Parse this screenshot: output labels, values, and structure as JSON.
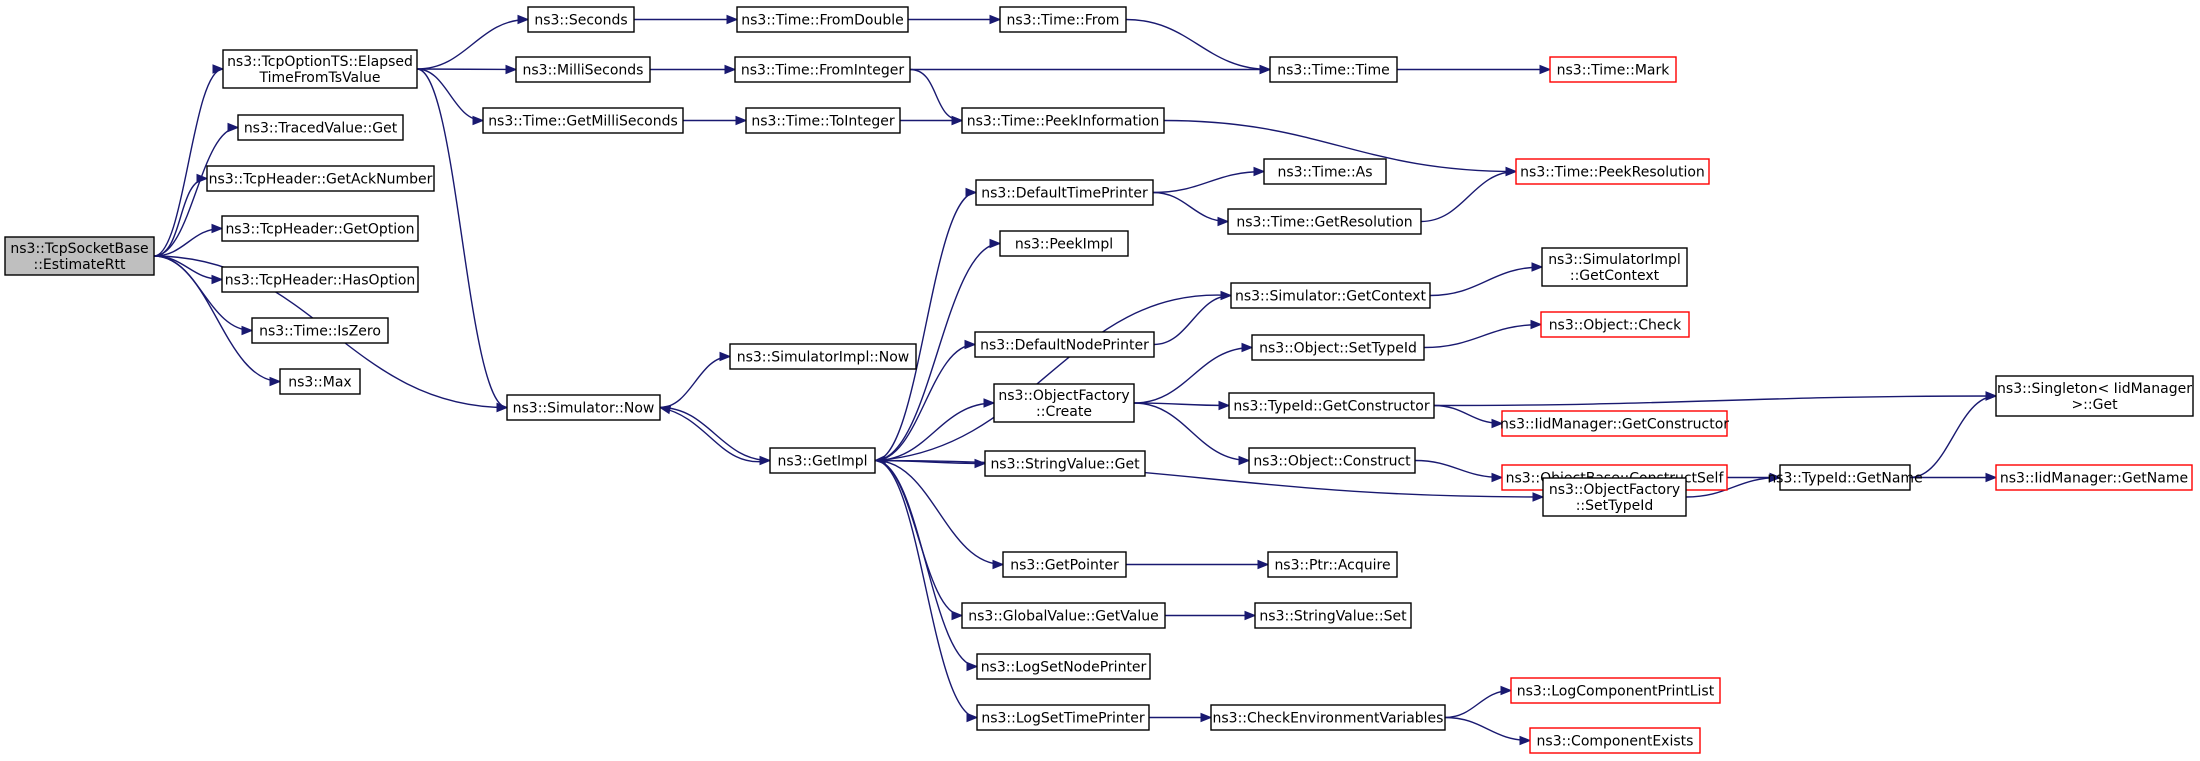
{
  "accent_colors": {
    "edge": "#191970",
    "external_border": "#ff0000",
    "root_fill": "#bfbfbf"
  },
  "nodes": [
    {
      "id": "root",
      "lines": [
        "ns3::TcpSocketBase",
        "::EstimateRtt"
      ],
      "kind": "root"
    },
    {
      "id": "elapsed",
      "lines": [
        "ns3::TcpOptionTS::Elapsed",
        "TimeFromTsValue"
      ],
      "kind": "normal"
    },
    {
      "id": "tracedget",
      "lines": [
        "ns3::TracedValue::Get"
      ],
      "kind": "normal"
    },
    {
      "id": "getack",
      "lines": [
        "ns3::TcpHeader::GetAckNumber"
      ],
      "kind": "normal"
    },
    {
      "id": "getoption",
      "lines": [
        "ns3::TcpHeader::GetOption"
      ],
      "kind": "normal"
    },
    {
      "id": "hasoption",
      "lines": [
        "ns3::TcpHeader::HasOption"
      ],
      "kind": "normal"
    },
    {
      "id": "iszero",
      "lines": [
        "ns3::Time::IsZero"
      ],
      "kind": "normal"
    },
    {
      "id": "max",
      "lines": [
        "ns3::Max"
      ],
      "kind": "normal"
    },
    {
      "id": "seconds",
      "lines": [
        "ns3::Seconds"
      ],
      "kind": "normal"
    },
    {
      "id": "milli",
      "lines": [
        "ns3::MilliSeconds"
      ],
      "kind": "normal"
    },
    {
      "id": "getmilli",
      "lines": [
        "ns3::Time::GetMilliSeconds"
      ],
      "kind": "normal"
    },
    {
      "id": "simnow",
      "lines": [
        "ns3::Simulator::Now"
      ],
      "kind": "normal"
    },
    {
      "id": "fromdouble",
      "lines": [
        "ns3::Time::FromDouble"
      ],
      "kind": "normal"
    },
    {
      "id": "fromint",
      "lines": [
        "ns3::Time::FromInteger"
      ],
      "kind": "normal"
    },
    {
      "id": "toint",
      "lines": [
        "ns3::Time::ToInteger"
      ],
      "kind": "normal"
    },
    {
      "id": "simimplnow",
      "lines": [
        "ns3::SimulatorImpl::Now"
      ],
      "kind": "normal"
    },
    {
      "id": "getimpl",
      "lines": [
        "ns3::GetImpl"
      ],
      "kind": "normal"
    },
    {
      "id": "timefrom",
      "lines": [
        "ns3::Time::From"
      ],
      "kind": "normal"
    },
    {
      "id": "peekinfo",
      "lines": [
        "ns3::Time::PeekInformation"
      ],
      "kind": "normal"
    },
    {
      "id": "deftimeprinter",
      "lines": [
        "ns3::DefaultTimePrinter"
      ],
      "kind": "normal"
    },
    {
      "id": "peekimpl",
      "lines": [
        "ns3::PeekImpl"
      ],
      "kind": "normal"
    },
    {
      "id": "defnodeprinter",
      "lines": [
        "ns3::DefaultNodePrinter"
      ],
      "kind": "normal"
    },
    {
      "id": "ofcreate",
      "lines": [
        "ns3::ObjectFactory",
        "::Create"
      ],
      "kind": "normal"
    },
    {
      "id": "svget",
      "lines": [
        "ns3::StringValue::Get"
      ],
      "kind": "normal"
    },
    {
      "id": "getpointer",
      "lines": [
        "ns3::GetPointer"
      ],
      "kind": "normal"
    },
    {
      "id": "gvgetvalue",
      "lines": [
        "ns3::GlobalValue::GetValue"
      ],
      "kind": "normal"
    },
    {
      "id": "lognodeprinter",
      "lines": [
        "ns3::LogSetNodePrinter"
      ],
      "kind": "normal"
    },
    {
      "id": "logtimeprinter",
      "lines": [
        "ns3::LogSetTimePrinter"
      ],
      "kind": "normal"
    },
    {
      "id": "timetime",
      "lines": [
        "ns3::Time::Time"
      ],
      "kind": "normal"
    },
    {
      "id": "timeas",
      "lines": [
        "ns3::Time::As"
      ],
      "kind": "normal"
    },
    {
      "id": "getres",
      "lines": [
        "ns3::Time::GetResolution"
      ],
      "kind": "normal"
    },
    {
      "id": "simgetctx",
      "lines": [
        "ns3::Simulator::GetContext"
      ],
      "kind": "normal"
    },
    {
      "id": "settypeid",
      "lines": [
        "ns3::Object::SetTypeId"
      ],
      "kind": "normal"
    },
    {
      "id": "getctor",
      "lines": [
        "ns3::TypeId::GetConstructor"
      ],
      "kind": "normal"
    },
    {
      "id": "construct",
      "lines": [
        "ns3::Object::Construct"
      ],
      "kind": "normal"
    },
    {
      "id": "ptracquire",
      "lines": [
        "ns3::Ptr::Acquire"
      ],
      "kind": "normal"
    },
    {
      "id": "svset",
      "lines": [
        "ns3::StringValue::Set"
      ],
      "kind": "normal"
    },
    {
      "id": "checkenv",
      "lines": [
        "ns3::CheckEnvironmentVariables"
      ],
      "kind": "normal"
    },
    {
      "id": "timemark",
      "lines": [
        "ns3::Time::Mark"
      ],
      "kind": "ext"
    },
    {
      "id": "peekres",
      "lines": [
        "ns3::Time::PeekResolution"
      ],
      "kind": "ext"
    },
    {
      "id": "simimplgetctx",
      "lines": [
        "ns3::SimulatorImpl",
        "::GetContext"
      ],
      "kind": "normal"
    },
    {
      "id": "objcheck",
      "lines": [
        "ns3::Object::Check"
      ],
      "kind": "ext"
    },
    {
      "id": "iidgetctor",
      "lines": [
        "ns3::IidManager::GetConstructor"
      ],
      "kind": "ext"
    },
    {
      "id": "constructself",
      "lines": [
        "ns3::ObjectBase::ConstructSelf"
      ],
      "kind": "ext"
    },
    {
      "id": "ofsettypeid",
      "lines": [
        "ns3::ObjectFactory",
        "::SetTypeId"
      ],
      "kind": "normal"
    },
    {
      "id": "logcomplist",
      "lines": [
        "ns3::LogComponentPrintList"
      ],
      "kind": "ext"
    },
    {
      "id": "compexists",
      "lines": [
        "ns3::ComponentExists"
      ],
      "kind": "ext"
    },
    {
      "id": "typeidgetname",
      "lines": [
        "ns3::TypeId::GetName"
      ],
      "kind": "normal"
    },
    {
      "id": "singletonget",
      "lines": [
        "ns3::Singleton< IidManager",
        " >::Get"
      ],
      "kind": "normal"
    },
    {
      "id": "iidgetname",
      "lines": [
        "ns3::IidManager::GetName"
      ],
      "kind": "ext"
    }
  ],
  "edges": [
    {
      "from": "root",
      "to": "elapsed"
    },
    {
      "from": "root",
      "to": "tracedget"
    },
    {
      "from": "root",
      "to": "getack"
    },
    {
      "from": "root",
      "to": "getoption"
    },
    {
      "from": "root",
      "to": "hasoption"
    },
    {
      "from": "root",
      "to": "iszero"
    },
    {
      "from": "root",
      "to": "max"
    },
    {
      "from": "root",
      "to": "simnow"
    },
    {
      "from": "elapsed",
      "to": "seconds"
    },
    {
      "from": "elapsed",
      "to": "milli"
    },
    {
      "from": "elapsed",
      "to": "getmilli"
    },
    {
      "from": "elapsed",
      "to": "simnow"
    },
    {
      "from": "seconds",
      "to": "fromdouble"
    },
    {
      "from": "fromdouble",
      "to": "timefrom"
    },
    {
      "from": "timefrom",
      "to": "timetime"
    },
    {
      "from": "milli",
      "to": "fromint"
    },
    {
      "from": "fromint",
      "to": "timetime"
    },
    {
      "from": "fromint",
      "to": "peekinfo"
    },
    {
      "from": "getmilli",
      "to": "toint"
    },
    {
      "from": "toint",
      "to": "peekinfo"
    },
    {
      "from": "peekinfo",
      "to": "peekres"
    },
    {
      "from": "timetime",
      "to": "timemark"
    },
    {
      "from": "simnow",
      "to": "simimplnow"
    },
    {
      "from": "simnow",
      "to": "getimpl"
    },
    {
      "from": "getimpl",
      "to": "simnow"
    },
    {
      "from": "getimpl",
      "to": "deftimeprinter"
    },
    {
      "from": "getimpl",
      "to": "peekimpl"
    },
    {
      "from": "getimpl",
      "to": "defnodeprinter"
    },
    {
      "from": "getimpl",
      "to": "ofcreate"
    },
    {
      "from": "getimpl",
      "to": "svget"
    },
    {
      "from": "getimpl",
      "to": "getpointer"
    },
    {
      "from": "getimpl",
      "to": "gvgetvalue"
    },
    {
      "from": "getimpl",
      "to": "lognodeprinter"
    },
    {
      "from": "getimpl",
      "to": "logtimeprinter"
    },
    {
      "from": "getimpl",
      "to": "ofsettypeid"
    },
    {
      "from": "deftimeprinter",
      "to": "timeas"
    },
    {
      "from": "deftimeprinter",
      "to": "getres"
    },
    {
      "from": "getres",
      "to": "peekres"
    },
    {
      "from": "defnodeprinter",
      "to": "simgetctx"
    },
    {
      "from": "simgetctx",
      "to": "getimpl"
    },
    {
      "from": "simgetctx",
      "to": "simimplgetctx"
    },
    {
      "from": "ofcreate",
      "to": "settypeid"
    },
    {
      "from": "ofcreate",
      "to": "getctor"
    },
    {
      "from": "ofcreate",
      "to": "construct"
    },
    {
      "from": "settypeid",
      "to": "objcheck"
    },
    {
      "from": "getctor",
      "to": "singletonget"
    },
    {
      "from": "getctor",
      "to": "iidgetctor"
    },
    {
      "from": "construct",
      "to": "constructself"
    },
    {
      "from": "constructself",
      "to": "typeidgetname"
    },
    {
      "from": "ofsettypeid",
      "to": "typeidgetname"
    },
    {
      "from": "typeidgetname",
      "to": "singletonget"
    },
    {
      "from": "typeidgetname",
      "to": "iidgetname"
    },
    {
      "from": "getpointer",
      "to": "ptracquire"
    },
    {
      "from": "gvgetvalue",
      "to": "svset"
    },
    {
      "from": "logtimeprinter",
      "to": "checkenv"
    },
    {
      "from": "checkenv",
      "to": "logcomplist"
    },
    {
      "from": "checkenv",
      "to": "compexists"
    }
  ]
}
